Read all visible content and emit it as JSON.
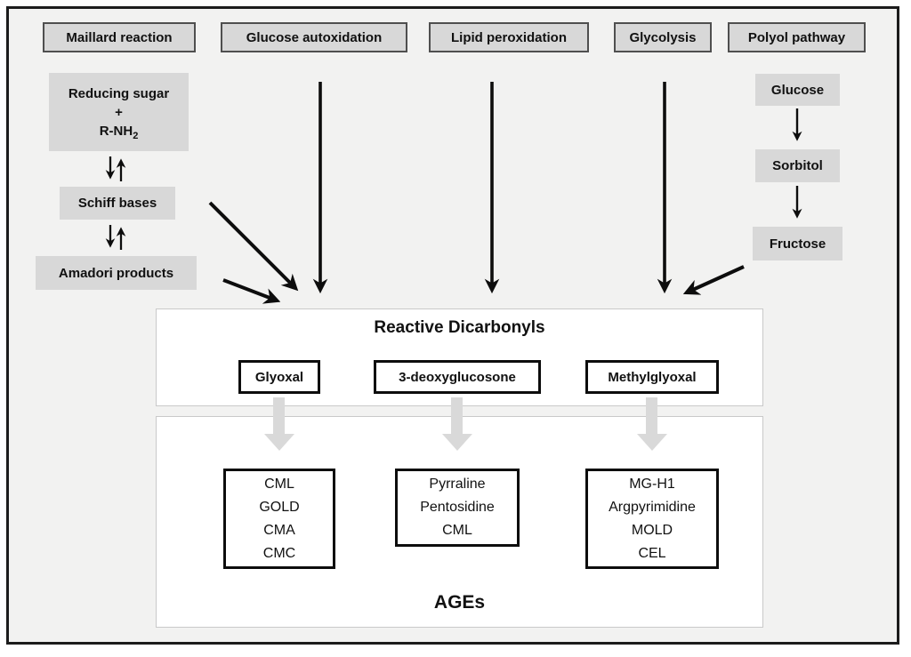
{
  "diagram": {
    "headers": [
      {
        "label": "Maillard reaction"
      },
      {
        "label": "Glucose autoxidation"
      },
      {
        "label": "Lipid peroxidation"
      },
      {
        "label": "Glycolysis"
      },
      {
        "label": "Polyol pathway"
      }
    ],
    "maillard_chain": {
      "box1_line1": "Reducing sugar",
      "box1_line2": "+",
      "box1_line3_base": "R-NH",
      "box1_line3_sub": "2",
      "box2": "Schiff bases",
      "box3": "Amadori products"
    },
    "polyol_chain": {
      "box1": "Glucose",
      "box2": "Sorbitol",
      "box3": "Fructose"
    },
    "dicarbonyls": {
      "title": "Reactive Dicarbonyls",
      "items": [
        "Glyoxal",
        "3-deoxyglucosone",
        "Methylglyoxal"
      ]
    },
    "ages": {
      "title": "AGEs",
      "groups": [
        {
          "lines": [
            "CML",
            "GOLD",
            "CMA",
            "CMC"
          ]
        },
        {
          "lines": [
            "Pyrraline",
            "Pentosidine",
            "CML"
          ]
        },
        {
          "lines": [
            "MG-H1",
            "Argpyrimidine",
            "MOLD",
            "CEL"
          ]
        }
      ]
    },
    "colors": {
      "background": "#f2f2f1",
      "box_fill": "#d8d8d8",
      "box_border": "#4f4f4f",
      "panel_fill": "#ffffff",
      "panel_border": "#c9c9c9",
      "arrow_black": "#0d0d0d",
      "arrow_gray": "#d9d9d9",
      "frame_border": "#1c1c1c"
    }
  }
}
